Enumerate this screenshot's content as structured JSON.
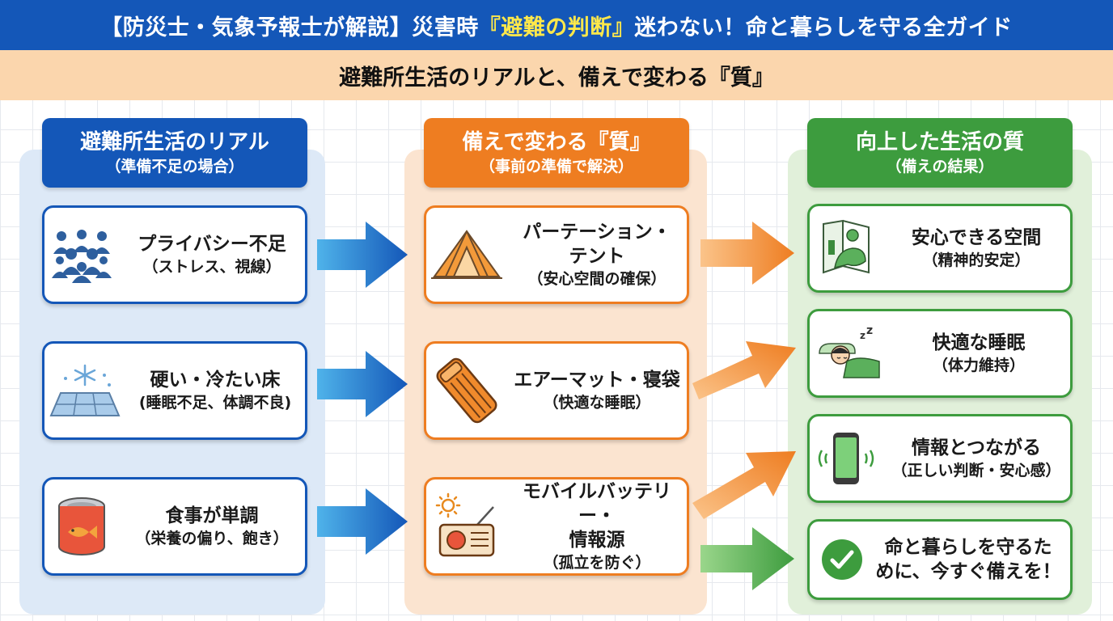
{
  "header": {
    "title_a": "【防災士・気象予報士が解説】災害時",
    "title_hl": "『避難の判断』",
    "title_b": "迷わない！命と暮らしを守る全ガイド",
    "subtitle": "避難所生活のリアルと、備えで変わる『質』"
  },
  "columns": {
    "reality": {
      "title": "避難所生活のリアル",
      "sub": "（準備不足の場合）",
      "cards": [
        {
          "t1": "プライバシー不足",
          "t2": "（ストレス、視線）",
          "icon": "crowd-icon"
        },
        {
          "t1": "硬い・冷たい床",
          "t2": "(睡眠不足、体調不良)",
          "icon": "cold-floor-icon"
        },
        {
          "t1": "食事が単調",
          "t2": "（栄養の偏り、飽き）",
          "icon": "canned-food-icon"
        }
      ]
    },
    "prep": {
      "title": "備えで変わる『質』",
      "sub": "（事前の準備で解決）",
      "cards": [
        {
          "t1a": "パーテーション・",
          "t1b": "テント",
          "t2": "（安心空間の確保）",
          "icon": "tent-icon"
        },
        {
          "t1": "エアーマット・寝袋",
          "t2": "（快適な睡眠）",
          "icon": "air-mat-icon"
        },
        {
          "t1a": "モバイルバッテリー・",
          "t1b": "情報源",
          "t2": "（孤立を防ぐ）",
          "icon": "radio-icon"
        }
      ]
    },
    "result": {
      "title": "向上した生活の質",
      "sub": "（備えの結果）",
      "cards": [
        {
          "t1": "安心できる空間",
          "t2": "（精神的安定）",
          "icon": "relax-icon"
        },
        {
          "t1": "快適な睡眠",
          "t2": "（体力維持）",
          "icon": "sleep-icon"
        },
        {
          "t1": "情報とつながる",
          "t2": "（正しい判断・安心感）",
          "icon": "phone-icon"
        },
        {
          "t1a": "命と暮らしを守るた",
          "t1b": "めに、今すぐ備えを！",
          "icon": "check-icon"
        }
      ]
    }
  },
  "colors": {
    "blue": "#1457b8",
    "orange": "#ee7d21",
    "green": "#3d9c3e",
    "highlight": "#ffe84a"
  }
}
